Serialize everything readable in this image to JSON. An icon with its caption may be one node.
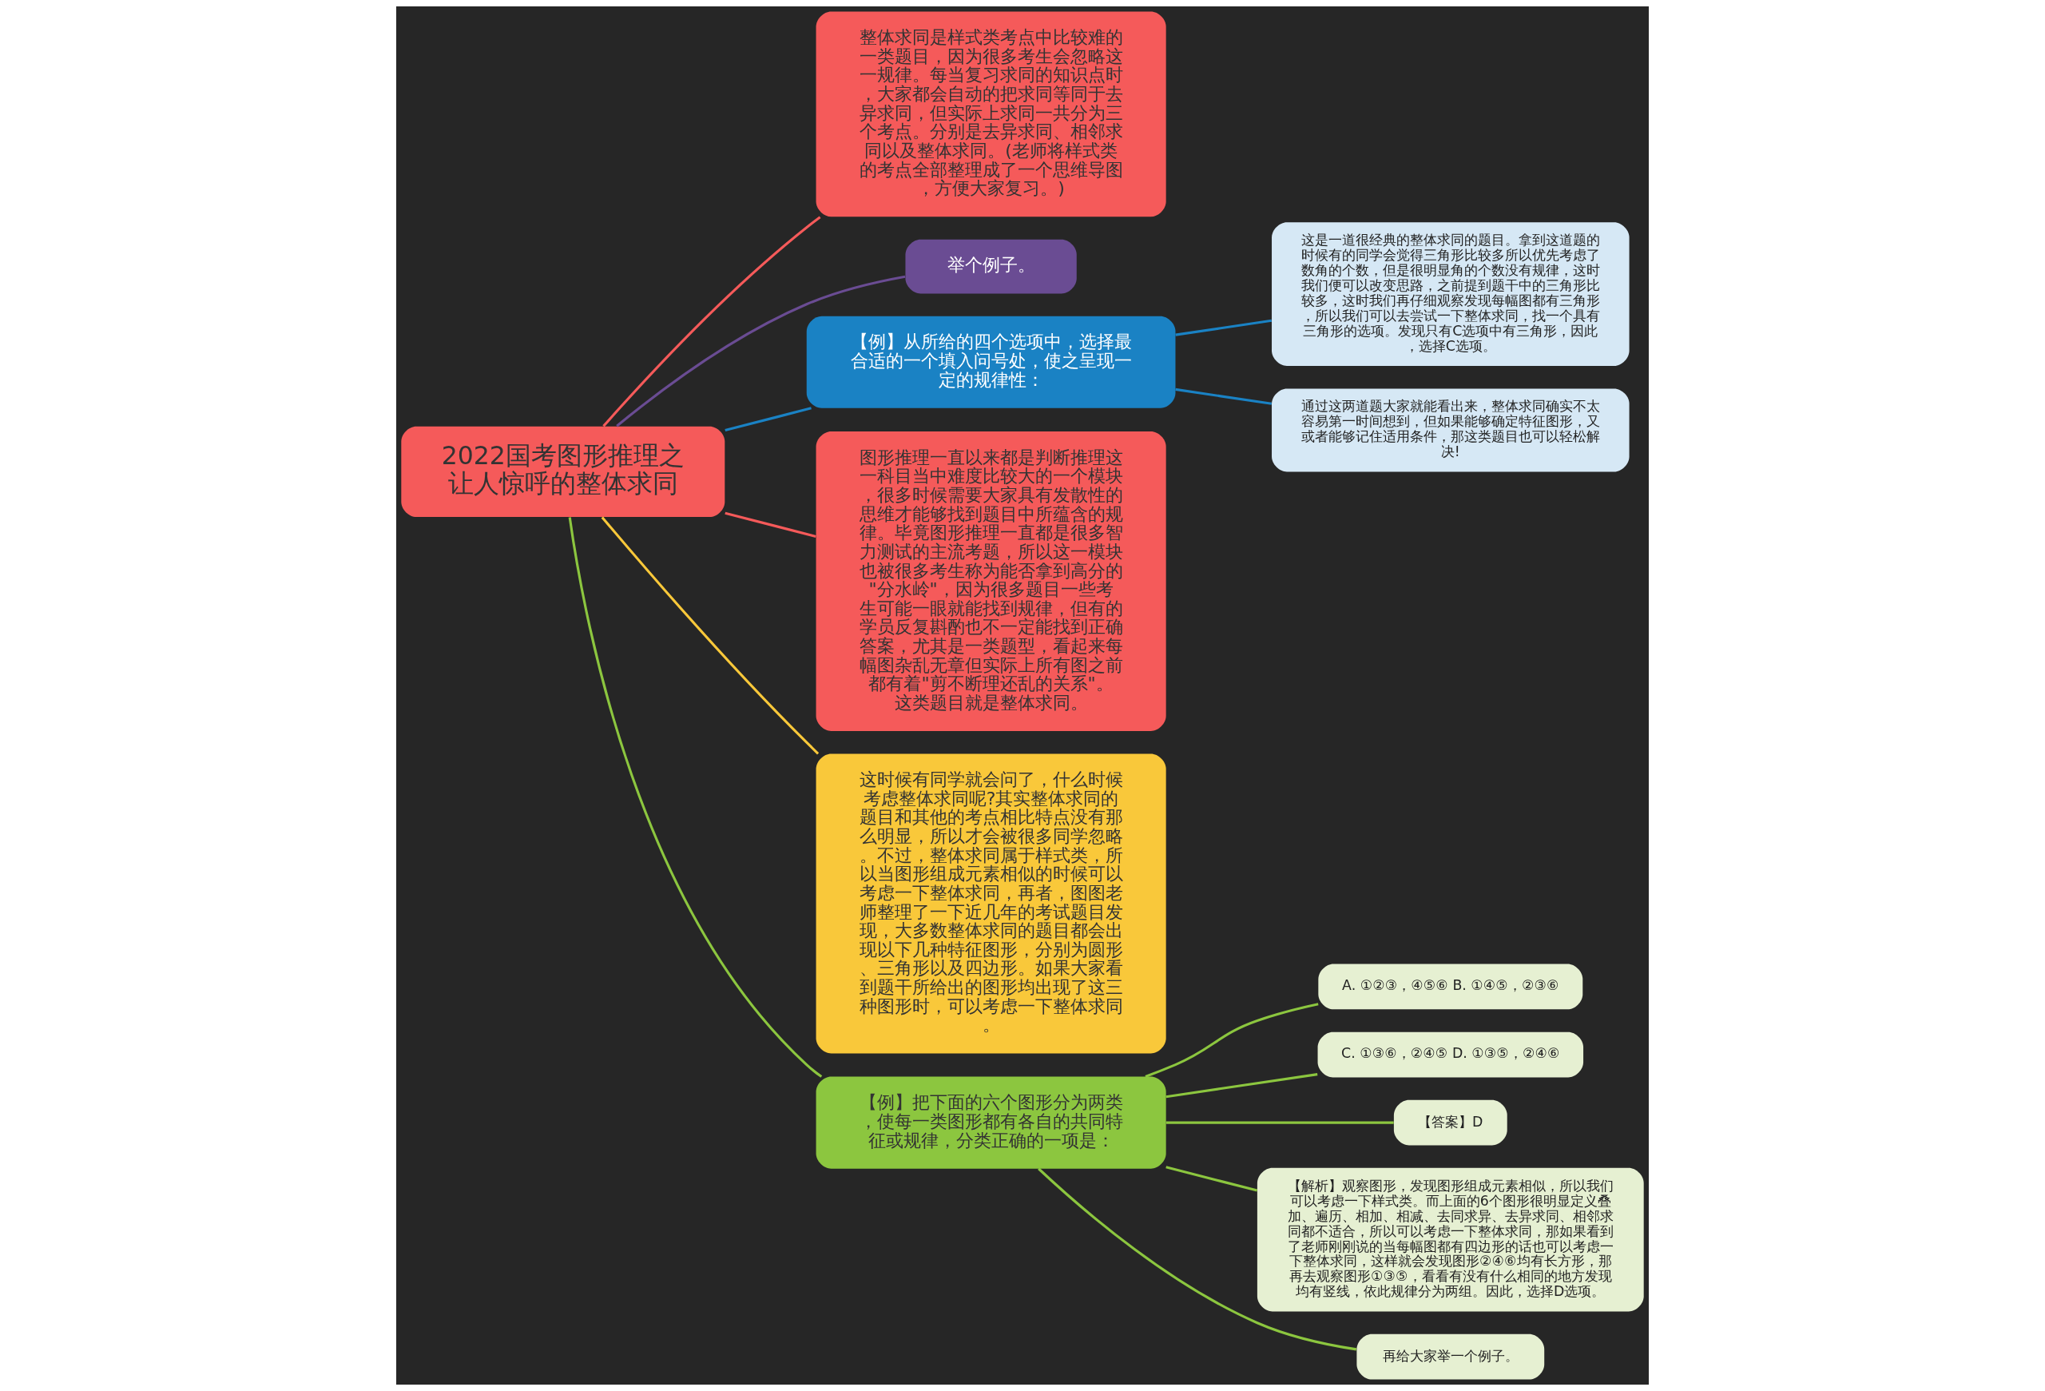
{
  "diagram": {
    "nodes": [
      {
        "text": [
          "2022国考图形推理之让人惊呼的整体求同"
        ]
      },
      {
        "text": [
          "整体求同是样式类考点中比较难的一类题目，因为很多考生会忽略这一规律。每当复习求同的知识点时，大家都会自动的把求同等同于去异求同，但实际上求同一共分为三个考点。分别是去异求同、相邻求同以及整体求同。(老师将样式类的考点全部整理成了一个思维导图，方便大家复习。)"
        ]
      },
      {
        "text": [
          "举个例子。"
        ]
      },
      {
        "text": [
          "【例】从所给的四个选项中，选择最合适的一个填入问号处，使之呈现一定的规律性："
        ]
      },
      {
        "text": [
          "这是一道很经典的整体求同的题目。拿到这道题的时候有的同学会觉得三角形比较多所以优先考虑了数角的个数，但是很明显角的个数没有规律，这时我们便可以改变思路，之前提到题干中的三角形比较多，这时我们再仔细观察发现每幅图都有三角形，所以我们可以去尝试一下整体求同，找一个具有三角形的选项。发现只有C选项中有三角形，因此，选择C选项。"
        ]
      },
      {
        "text": [
          "通过这两道题大家就能看出来，整体求同确实不太容易第一时间想到，但如果能够确定特征图形，又或者能够记住适用条件，那这类题目也可以轻松解决!"
        ]
      },
      {
        "text": [
          "图形推理一直以来都是判断推理这一科目当中难度比较大的一个模块，很多时候需要大家具有发散性的思维才能够找到题目中所蕴含的规律。毕竟图形推理一直都是很多智力测试的主流考题，所以这一模块也被很多考生称为能否拿到高分的\"分水岭\"，因为很多题目一些考生可能一眼就能找到规律，但有的学员反复斟酌也不一定能找到正确答案，尤其是一类题型，看起来每幅图杂乱无章但实际上所有图之前都有着\"剪不断理还乱的关系\"。这类题目就是整体求同。"
        ]
      },
      {
        "text": [
          "这时候有同学就会问了，什么时候考虑整体求同呢?其实整体求同的题目和其他的考点相比特点没有那么明显，所以才会被很多同学忽略。不过，整体求同属于样式类，所以当图形组成元素相似的时候可以考虑一下整体求同，再者，图图老师整理了一下近几年的考试题目发现，大多数整体求同的题目都会出现以下几种特征图形，分别为圆形、三角形以及四边形。如果大家看到题干所给出的图形均出现了这三种图形时，可以考虑一下整体求同。"
        ]
      },
      {
        "text": [
          "【例】把下面的六个图形分为两类，使每一类图形都有各自的共同特征或规律，分类正确的一项是："
        ]
      },
      {
        "text": [
          "A. ①②③，④⑤⑥ B. ①④⑤，②③⑥"
        ]
      },
      {
        "text": [
          "C. ①③⑥，②④⑤ D. ①③⑤，②④⑥"
        ]
      },
      {
        "text": [
          "【答案】D"
        ]
      },
      {
        "text": [
          "【解析】观察图形，发现图形组成元素相似，所以我们可以考虑一下样式类。而上面的6个图形很明显定义叠加、遍历、相加、相减、去同求异、去异求同、相邻求同都不适合，所以可以考虑一下整体求同，那如果看到了老师刚刚说的当每幅图都有四边形的话也可以考虑一下整体求同，这样就会发现图形②④⑥均有长方形，那再去观察图形①③⑤，看看有没有什么相同的地方发现均有竖线，依此规律分为两组。因此，选择D选项。"
        ]
      },
      {
        "text": [
          "再给大家举一个例子。"
        ]
      }
    ],
    "edges": [
      {
        "from": 0,
        "to": 1,
        "arrow": "none",
        "color": "#f55a5a"
      },
      {
        "from": 0,
        "to": 2,
        "arrow": "none",
        "color": "#6a4c93"
      },
      {
        "from": 0,
        "to": 3,
        "arrow": "none",
        "color": "#1a82c4"
      },
      {
        "from": 3,
        "to": 4,
        "arrow": "none",
        "color": "#1a82c4"
      },
      {
        "from": 3,
        "to": 5,
        "arrow": "none",
        "color": "#1a82c4"
      },
      {
        "from": 0,
        "to": 6,
        "arrow": "none",
        "color": "#f55a5a"
      },
      {
        "from": 0,
        "to": 7,
        "arrow": "none",
        "color": "#f9c83a"
      },
      {
        "from": 0,
        "to": 8,
        "arrow": "none",
        "color": "#8cc63f"
      },
      {
        "from": 8,
        "to": 9,
        "arrow": "none",
        "color": "#8cc63f"
      },
      {
        "from": 8,
        "to": 10,
        "arrow": "none",
        "color": "#8cc63f"
      },
      {
        "from": 8,
        "to": 11,
        "arrow": "none",
        "color": "#8cc63f"
      },
      {
        "from": 8,
        "to": 12,
        "arrow": "none",
        "color": "#8cc63f"
      },
      {
        "from": 8,
        "to": 13,
        "arrow": "none",
        "color": "#8cc63f"
      }
    ]
  }
}
